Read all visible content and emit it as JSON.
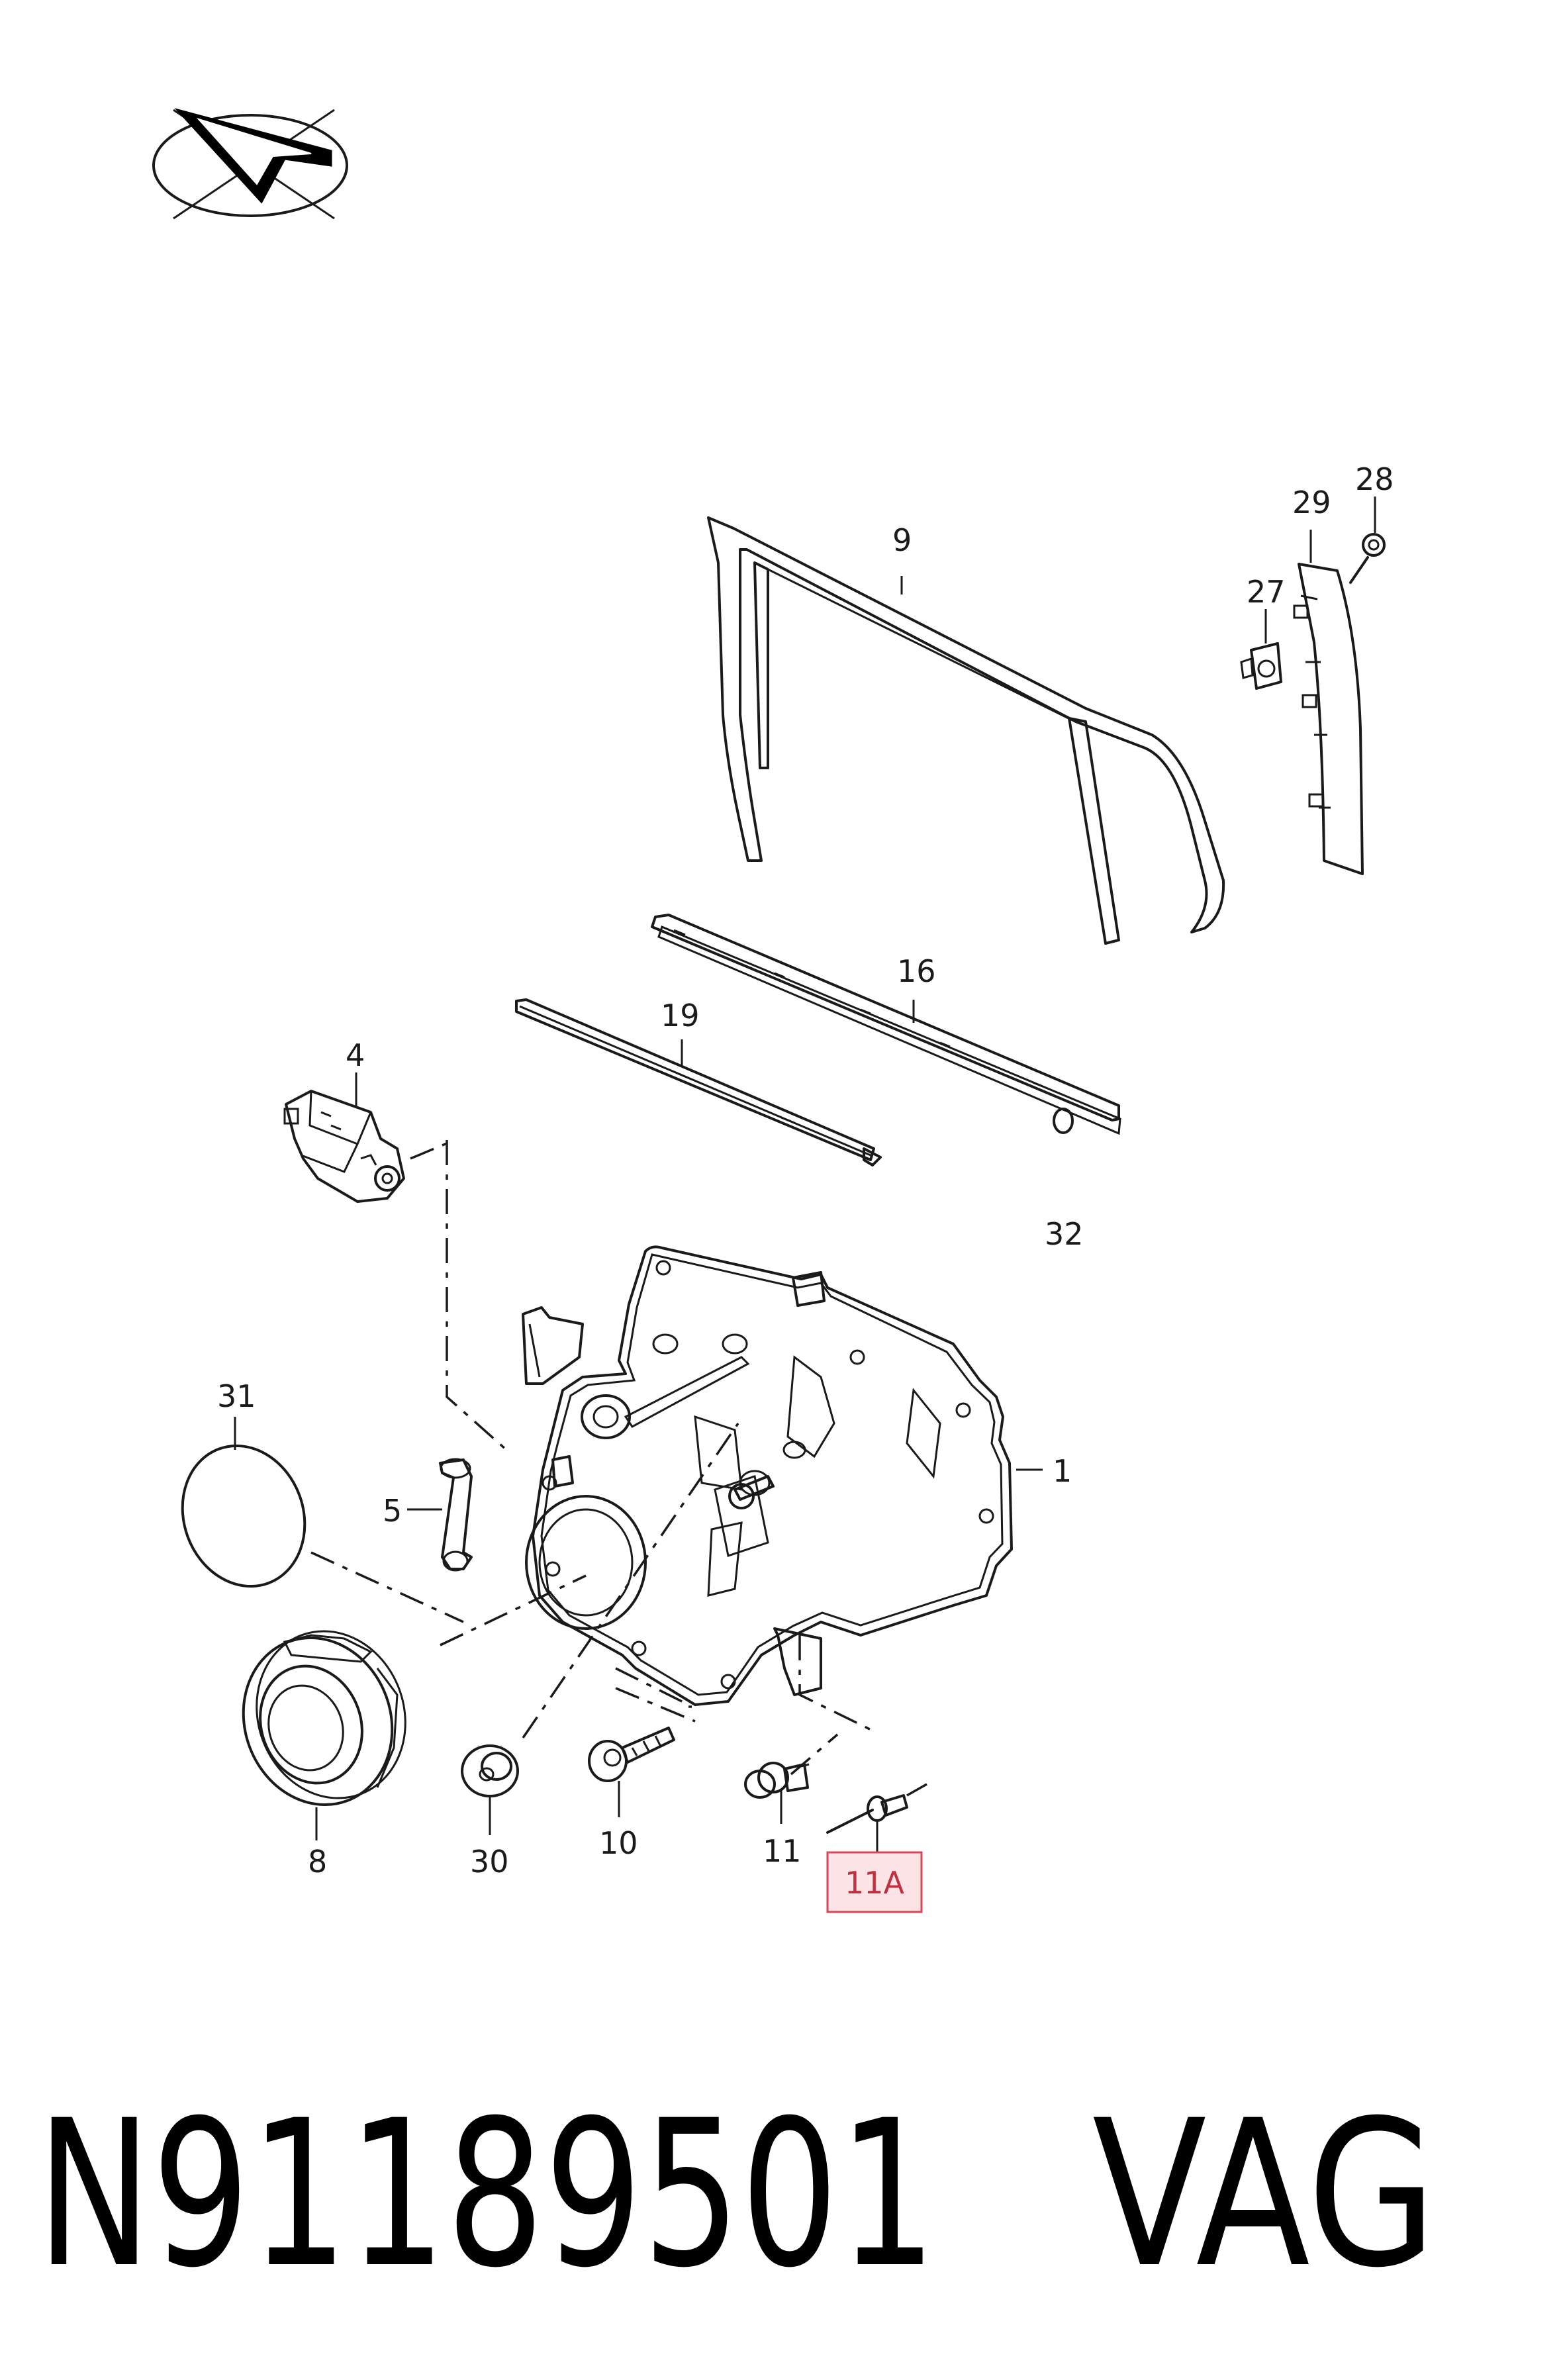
{
  "callouts": {
    "c1": "1",
    "c4": "4",
    "c5": "5",
    "c8": "8",
    "c9": "9",
    "c10": "10",
    "c11": "11",
    "c11a": "11A",
    "c16": "16",
    "c19": "19",
    "c27": "27",
    "c28": "28",
    "c29": "29",
    "c30": "30",
    "c31": "31",
    "c32": "32"
  },
  "highlighted_callout": "11A",
  "footer": {
    "part_number": "N91189501",
    "brand": "VAG"
  },
  "colors": {
    "line": "#1a1a1a",
    "highlight_fill": "#fbe3e6",
    "highlight_stroke": "#d9465a",
    "highlight_text": "#c03040"
  },
  "icons": {
    "logo": "compass-arrow-logo-icon"
  }
}
